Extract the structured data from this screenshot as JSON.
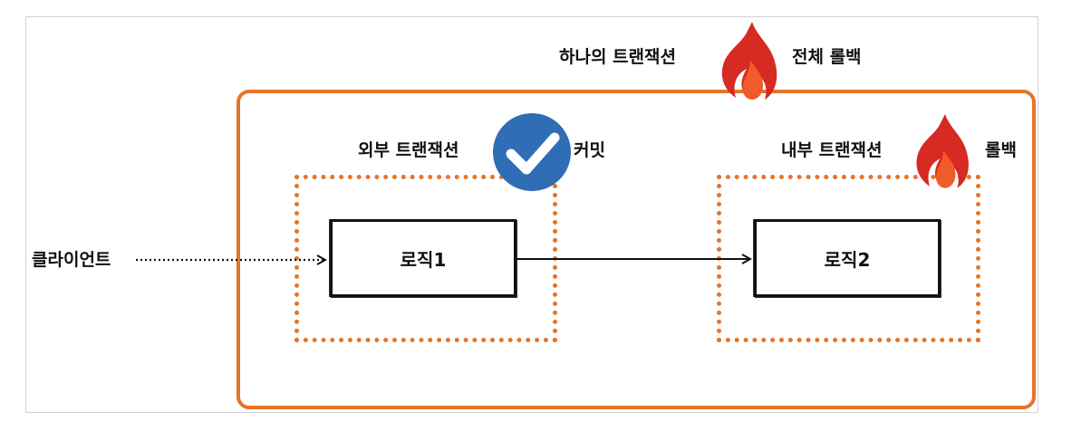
{
  "diagram": {
    "global_label_left": "하나의 트랜잭션",
    "global_label_right": "전체 롤백",
    "outer_tx_label": "외부 트랜잭션",
    "outer_tx_result": "커밋",
    "inner_tx_label": "내부 트랜잭션",
    "inner_tx_result": "롤백",
    "client_label": "클라이언트",
    "logic1_label": "로직1",
    "logic2_label": "로직2"
  },
  "icons": {
    "commit": "check-circle-icon",
    "rollback": "fire-icon"
  },
  "colors": {
    "transaction_border": "#e6742a",
    "check_circle": "#2f6db5",
    "fire_red": "#d62a22",
    "fire_orange": "#ef5b2b"
  }
}
